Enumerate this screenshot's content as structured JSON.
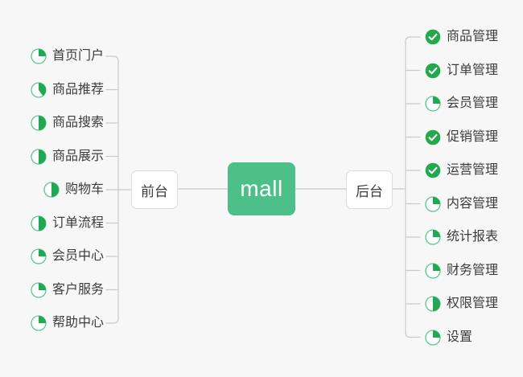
{
  "diagram": {
    "title": "mall",
    "background_color": "#f7f7f7",
    "accent_color": "#4dbf88",
    "done_color": "#23a84b",
    "line_color": "#c9c9c9",
    "text_color": "#3c3c3c"
  },
  "root": {
    "label": "mall"
  },
  "branches": {
    "front": {
      "label": "前台"
    },
    "back": {
      "label": "后台"
    }
  },
  "front_items": [
    {
      "label": "首页门户",
      "status": "partial",
      "progress": 25
    },
    {
      "label": "商品推荐",
      "status": "partial",
      "progress": 40
    },
    {
      "label": "商品搜索",
      "status": "partial",
      "progress": 50
    },
    {
      "label": "商品展示",
      "status": "partial",
      "progress": 50
    },
    {
      "label": "购物车",
      "status": "partial",
      "progress": 50
    },
    {
      "label": "订单流程",
      "status": "partial",
      "progress": 50
    },
    {
      "label": "会员中心",
      "status": "partial",
      "progress": 25
    },
    {
      "label": "客户服务",
      "status": "partial",
      "progress": 25
    },
    {
      "label": "帮助中心",
      "status": "partial",
      "progress": 25
    }
  ],
  "back_items": [
    {
      "label": "商品管理",
      "status": "done",
      "progress": 100
    },
    {
      "label": "订单管理",
      "status": "done",
      "progress": 100
    },
    {
      "label": "会员管理",
      "status": "partial",
      "progress": 25
    },
    {
      "label": "促销管理",
      "status": "done",
      "progress": 100
    },
    {
      "label": "运营管理",
      "status": "done",
      "progress": 100
    },
    {
      "label": "内容管理",
      "status": "partial",
      "progress": 25
    },
    {
      "label": "统计报表",
      "status": "partial",
      "progress": 25
    },
    {
      "label": "财务管理",
      "status": "partial",
      "progress": 25
    },
    {
      "label": "权限管理",
      "status": "partial",
      "progress": 50
    },
    {
      "label": "设置",
      "status": "partial",
      "progress": 25
    }
  ]
}
